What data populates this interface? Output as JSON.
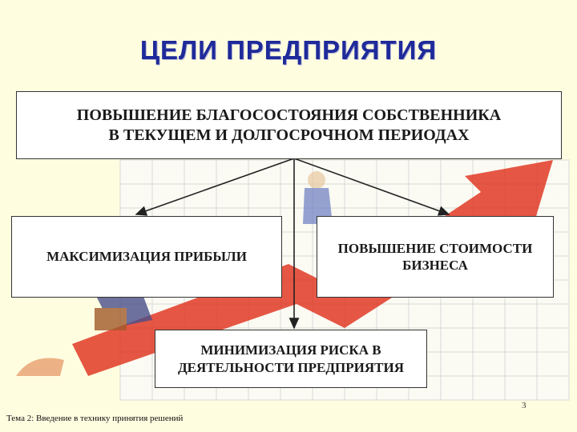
{
  "slide": {
    "title": "ЦЕЛИ ПРЕДПРИЯТИЯ",
    "top_goal": "ПОВЫШЕНИЕ  БЛАГОСОСТОЯНИЯ  СОБСТВЕННИКА\nВ  ТЕКУЩЕМ  И  ДОЛГОСРОЧНОМ  ПЕРИОДАХ",
    "left_goal": "МАКСИМИЗАЦИЯ  ПРИБЫЛИ",
    "right_goal": "ПОВЫШЕНИЕ  СТОИМОСТИ\nБИЗНЕСА",
    "bottom_goal": "МИНИМИЗАЦИЯ  РИСКА  В\nДЕЯТЕЛЬНОСТИ  ПРЕДПРИЯТИЯ",
    "page_number": "3",
    "footer": "Тема  2: Введение в технику принятия решений"
  },
  "colors": {
    "background": "#fffde0",
    "title": "#1f2a9a",
    "decor_arrow": "#e03a24"
  }
}
